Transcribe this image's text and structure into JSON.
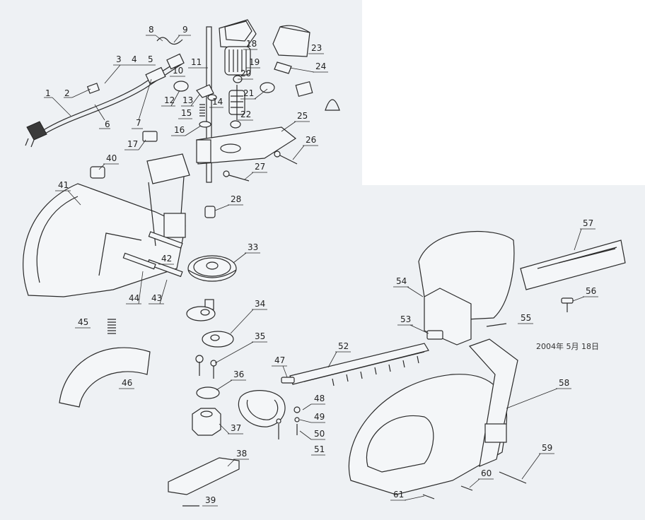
{
  "labels": [
    "1",
    "2",
    "3",
    "4",
    "5",
    "6",
    "7",
    "8",
    "9",
    "10",
    "11",
    "12",
    "13",
    "14",
    "15",
    "16",
    "17",
    "18",
    "19",
    "20",
    "21",
    "22",
    "23",
    "24",
    "25",
    "26",
    "27",
    "28",
    "33",
    "34",
    "35",
    "36",
    "37",
    "38",
    "39",
    "40",
    "41",
    "42",
    "43",
    "44",
    "45",
    "46",
    "47",
    "48",
    "49",
    "50",
    "51",
    "52",
    "53",
    "54",
    "55",
    "56",
    "57",
    "58",
    "59",
    "60",
    "61"
  ],
  "date_stamp": "2004年 5月 18日"
}
